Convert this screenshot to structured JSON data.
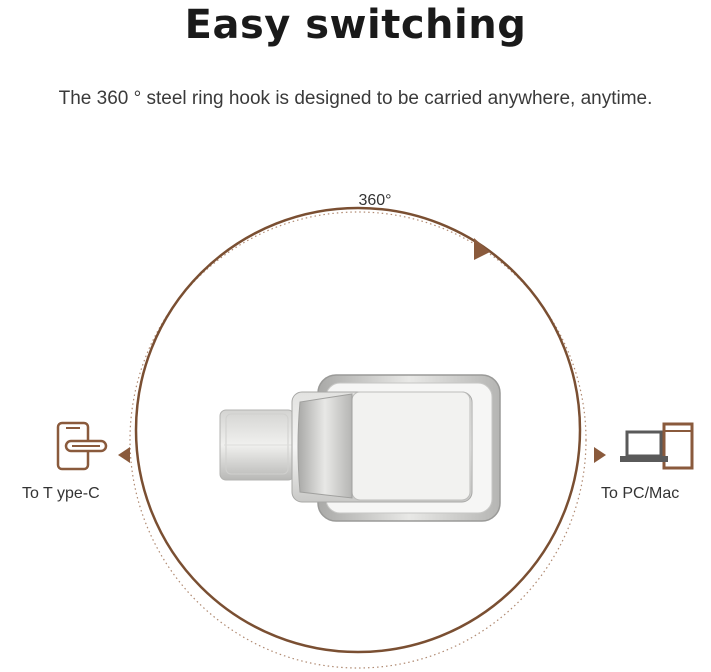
{
  "header": {
    "title": "Easy switching",
    "subtitle": "The 360 ° steel ring hook is designed to be carried anywhere, anytime."
  },
  "diagram": {
    "rotation_label": "360°",
    "left_label": "To T ype-C",
    "right_label": "To PC/Mac"
  },
  "icons": {
    "left": "phone-usb-c-icon",
    "right": "laptop-monitor-icon",
    "left_arrow": "arrow-left-icon",
    "right_arrow": "arrow-right-icon",
    "rotation_arrow": "rotation-arrow-icon"
  },
  "colors": {
    "accent": "#8a5a3c",
    "ring": "#7a4f32",
    "metal": "#c8c8c6"
  }
}
